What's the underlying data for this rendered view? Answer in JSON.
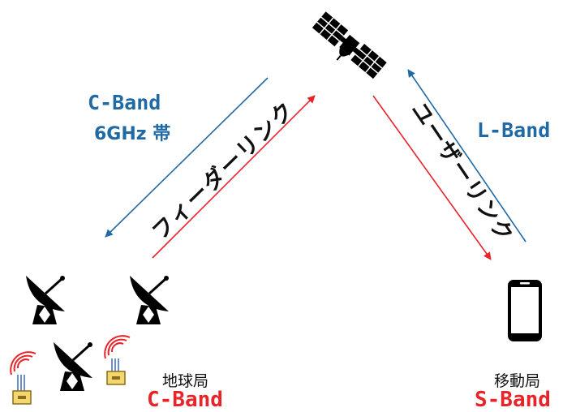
{
  "labels": {
    "c_band_top": "C-Band",
    "c_band_freq": "6GHz 帯",
    "l_band": "L-Band",
    "feeder_link": "フィーダーリンク",
    "user_link": "ユーザーリンク",
    "ground_station": "地球局",
    "ground_band": "C-Band",
    "mobile_station": "移動局",
    "mobile_band": "S-Band"
  },
  "colors": {
    "blue_link": "#1f6aa5",
    "red_link": "#e8232a",
    "icon": "#000000",
    "signal_red": "#e8232a",
    "signal_blue": "#6a8fd0",
    "box_yellow": "#f4d66e"
  },
  "icons": {
    "satellite": "satellite-icon",
    "dish": "satellite-dish-icon",
    "terminal": "signal-terminal-icon",
    "phone": "smartphone-icon"
  }
}
